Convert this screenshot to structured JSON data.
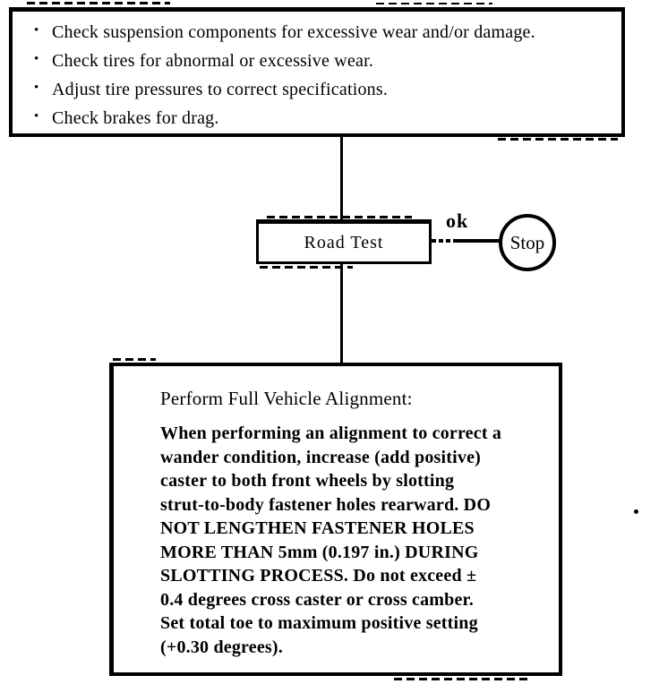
{
  "colors": {
    "ink": "#000000",
    "paper": "#ffffff"
  },
  "checklist": {
    "bullet": "•",
    "items": [
      "Check suspension components for excessive wear and/or damage.",
      "Check tires for abnormal or excessive wear.",
      "Adjust tire pressures to correct specifications.",
      "Check brakes for drag."
    ]
  },
  "flow": {
    "road_test_label": "Road Test",
    "ok_edge_label": "ok",
    "stop_label": "Stop"
  },
  "alignment": {
    "heading": "Perform Full Vehicle Alignment:",
    "body": "When performing an alignment to correct a\nwander condition, increase (add positive)\ncaster to both front wheels by slotting\nstrut-to-body fastener holes rearward. DO\nNOT LENGTHEN FASTENER HOLES\nMORE THAN 5mm (0.197 in.) DURING\nSLOTTING PROCESS. Do not exceed ±\n0.4 degrees cross caster or cross camber.\nSet total toe to maximum positive setting\n(+0.30 degrees)."
  }
}
